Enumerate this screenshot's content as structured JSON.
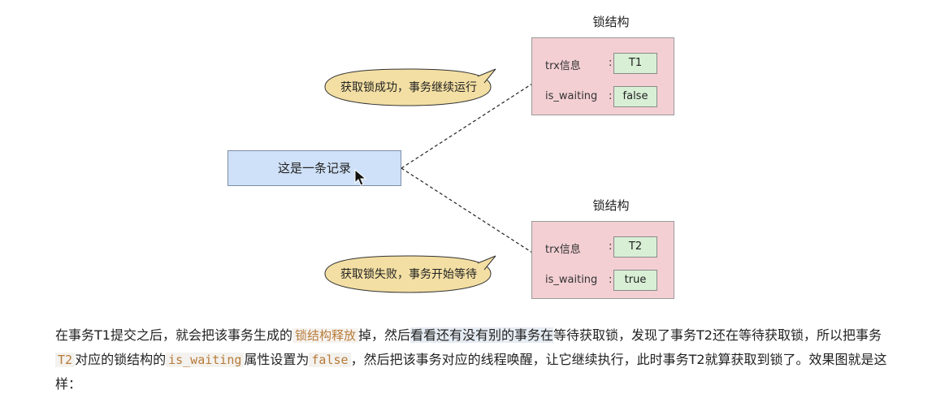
{
  "lock1": {
    "title": "锁结构",
    "trx_label": "trx信息",
    "trx_value": "T1",
    "waiting_label": "is_waiting",
    "waiting_value": "false"
  },
  "lock2": {
    "title": "锁结构",
    "trx_label": "trx信息",
    "trx_value": "T2",
    "waiting_label": "is_waiting",
    "waiting_value": "true"
  },
  "colon": ":",
  "record": "这是一条记录",
  "bubble_success": "获取锁成功，事务继续运行",
  "bubble_fail": "获取锁失败，事务开始等待",
  "paragraph": {
    "p1": "在事务T1提交之后，就会把该事务生成的",
    "p2": "锁结构释放",
    "p3": "掉，然后",
    "p4": "看看还有没有别的事务在",
    "p5": "等待获取锁，发现了事务T2还在等待获取锁，所以把事务",
    "p6": "T2",
    "p7": "对应的锁结构的",
    "p8": "is_waiting",
    "p9": "属性设置为",
    "p10": "false",
    "p11": "，然后把该事务对应的线程唤醒，让它继续执行，此时事务T2就算获取到锁了。效果图就是这样："
  },
  "colors": {
    "lock_fill": "#f3cfd3",
    "value_fill": "#d8efd5",
    "record_fill": "#cfe1f8",
    "bubble_fill": "#f3dfa3"
  }
}
